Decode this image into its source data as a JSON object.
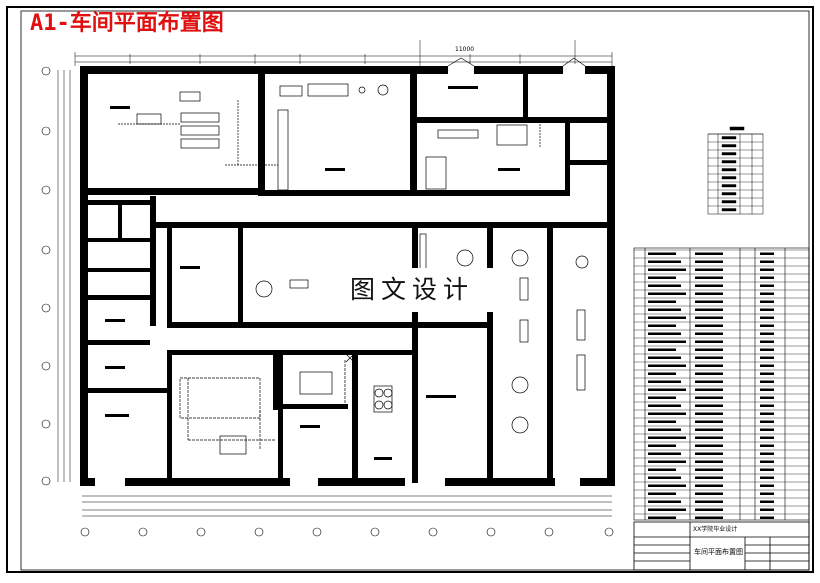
{
  "sheet_title": "A1-车间平面布置图",
  "overall_dimension": "11000",
  "watermark": "图文设计",
  "title_block": {
    "school_text": "XX学院毕业设计",
    "drawing_name": "车间平面布置图"
  },
  "colors": {
    "title": "#e01010",
    "wall": "#000000",
    "line": "#000000",
    "background": "#ffffff"
  }
}
